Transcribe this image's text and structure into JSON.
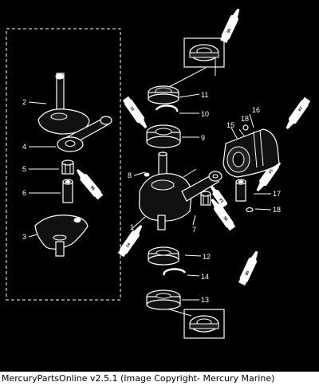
{
  "footer": {
    "text": "MercuryPartsOnline v2.5.1 (Image Copyright- Mercury Marine)"
  },
  "callouts": [
    {
      "id": "1",
      "label": "1"
    },
    {
      "id": "2",
      "label": "2"
    },
    {
      "id": "3",
      "label": "3"
    },
    {
      "id": "4",
      "label": "4"
    },
    {
      "id": "5",
      "label": "5"
    },
    {
      "id": "6",
      "label": "6"
    },
    {
      "id": "7",
      "label": "7"
    },
    {
      "id": "8",
      "label": "8"
    },
    {
      "id": "9",
      "label": "9"
    },
    {
      "id": "10",
      "label": "10"
    },
    {
      "id": "11",
      "label": "11"
    },
    {
      "id": "12",
      "label": "12"
    },
    {
      "id": "13",
      "label": "13"
    },
    {
      "id": "14",
      "label": "14"
    },
    {
      "id": "15",
      "label": "15"
    },
    {
      "id": "16",
      "label": "16"
    },
    {
      "id": "17",
      "label": "17"
    },
    {
      "id": "18a",
      "label": "18"
    },
    {
      "id": "18b",
      "label": "18"
    }
  ],
  "lubricant_tubes": [
    {
      "id": "t1",
      "label": "95"
    },
    {
      "id": "t2",
      "label": "14"
    },
    {
      "id": "t3",
      "label": "14"
    },
    {
      "id": "t4",
      "label": "14"
    },
    {
      "id": "t5",
      "label": "95"
    },
    {
      "id": "t6",
      "label": "14"
    },
    {
      "id": "t7",
      "label": "95"
    },
    {
      "id": "t8",
      "label": "14"
    },
    {
      "id": "t9",
      "label": "95"
    }
  ]
}
